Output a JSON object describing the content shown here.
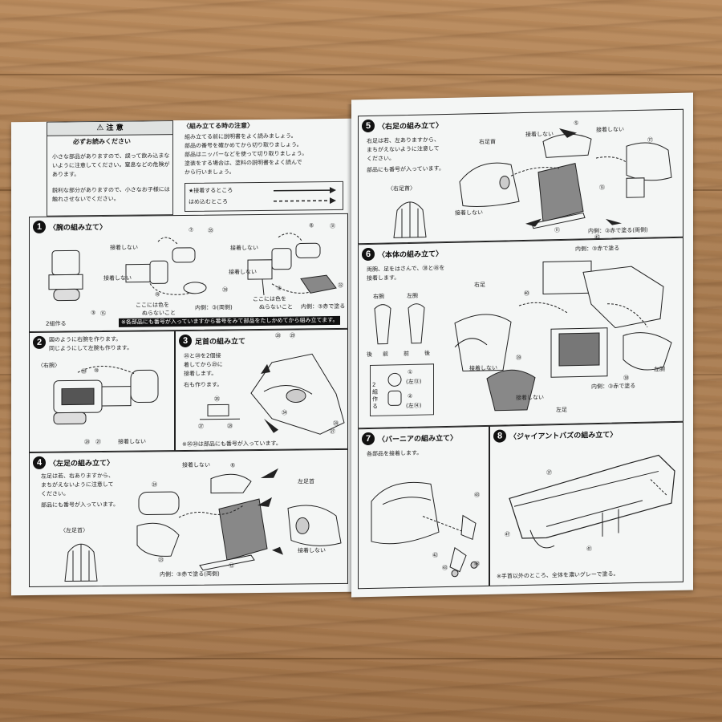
{
  "left_page": {
    "caution": {
      "title": "注 意",
      "read_first": "必ずお読みください",
      "lines": [
        "小さな部品がありますので、誤って飲み込まな",
        "いように注意してください。窒息などの危険が",
        "あります。",
        "鋭利な部分がありますので、小さなお子様には",
        "触れさせないでください。"
      ]
    },
    "assembly_notes": {
      "title": "〈組み立てる時の注意〉",
      "lines": [
        "組み立てる前に説明書をよく読みましょう。",
        "部品の番号を確かめてから切り取りましょう。",
        "部品はニッパーなどを使って切り取りましょう。",
        "塗装をする場合は、塗料の説明書をよく読んで",
        "から行いましょう。",
        "★接着するところ",
        "はめ込むところ"
      ]
    },
    "step1": {
      "number": "1",
      "title": "〈腕の組み立て〉",
      "labels": [
        "接着しない",
        "接着しない",
        "接着しない",
        "接着しない",
        "ここには色を",
        "ぬらないこと",
        "ここには色を",
        "ぬらないこと",
        "内側：③(両側)",
        "内側：③赤で塗る",
        "2組作る"
      ],
      "parts": [
        "⑦",
        "㉟",
        "⑧",
        "㉛",
        "⑩",
        "㉞",
        "⑨",
        "㉜",
        "③",
        "⑮"
      ],
      "note": "※各部品にも番号が入っていますから番号をみて部品をたしかめてから組み立てます。"
    },
    "step2": {
      "number": "2",
      "lines": [
        "図のように右腕を作ります。",
        "同じようにして左腕も作ります。"
      ],
      "sub": "〈右腕〉",
      "labels": [
        "接着しない"
      ],
      "parts": [
        "㉙",
        "⑩",
        "㉘",
        "㉑"
      ]
    },
    "step3": {
      "number": "3",
      "title": "足首の組み立て",
      "lines": [
        "㉖と㉘を2個接",
        "着してから㉙に",
        "接着します。",
        "右も作ります。"
      ],
      "parts": [
        "㉘",
        "㉙",
        "㉖",
        "㉗",
        "㉘",
        "㉞",
        "㉘",
        "㉗"
      ],
      "note": "※㉖㉘は部品にも番号が入っています。"
    },
    "step4": {
      "number": "4",
      "title": "〈左足の組み立て〉",
      "lines": [
        "左足は若、右ありますから、",
        "まちがえないように注意して",
        "ください。",
        "部品にも番号が入っています。"
      ],
      "sub": "〈左足首〉",
      "labels": [
        "接着しない",
        "左足首",
        "接着しない",
        "内側：③赤で塗る(両側)"
      ],
      "parts": [
        "㉔",
        "⑥",
        "㉓",
        "⑫"
      ]
    }
  },
  "right_page": {
    "step5": {
      "number": "5",
      "title": "〈右足の組み立て〉",
      "lines": [
        "右足は若、左ありますから、",
        "まちがえないように注意して",
        "ください。",
        "部品にも番号が入っています。"
      ],
      "sub": "〈右足首〉",
      "labels": [
        "接着しない",
        "右足首",
        "接着しない",
        "接着しない",
        "内側：③赤で塗る(両側)"
      ],
      "parts": [
        "⑤",
        "⑰",
        "⑪",
        "⑬"
      ]
    },
    "step6": {
      "number": "6",
      "title": "〈本体の組み立て〉",
      "lines": [
        "両腕、足をはさんで、㊳と㊺を",
        "接着します。"
      ],
      "labels": [
        "右腕",
        "左腕",
        "後",
        "前",
        "前",
        "後",
        "右足",
        "接着しない",
        "内側：③赤で塗る",
        "左足",
        "左腕",
        "内側：③赤で塗る",
        "接着しない",
        "2組作る"
      ],
      "parts": [
        "㊺",
        "㊳",
        "㊴",
        "㊵",
        "①",
        "②",
        "⑬",
        "⑭"
      ],
      "sub_labels": [
        "①",
        "(左⑬)",
        "②",
        "(左⑭)"
      ]
    },
    "step7": {
      "number": "7",
      "title": "〈バーニアの組み立て〉",
      "lines": [
        "各部品を接着します。"
      ],
      "parts": [
        "㊸",
        "㊷",
        "㊸",
        "㊸"
      ]
    },
    "step8": {
      "number": "8",
      "title": "〈ジャイアントバズの組み立て〉",
      "parts": [
        "㊲",
        "㊼",
        "㊶"
      ],
      "note": "※手首以外のところ、全体を濃いグレーで塗る。"
    }
  }
}
